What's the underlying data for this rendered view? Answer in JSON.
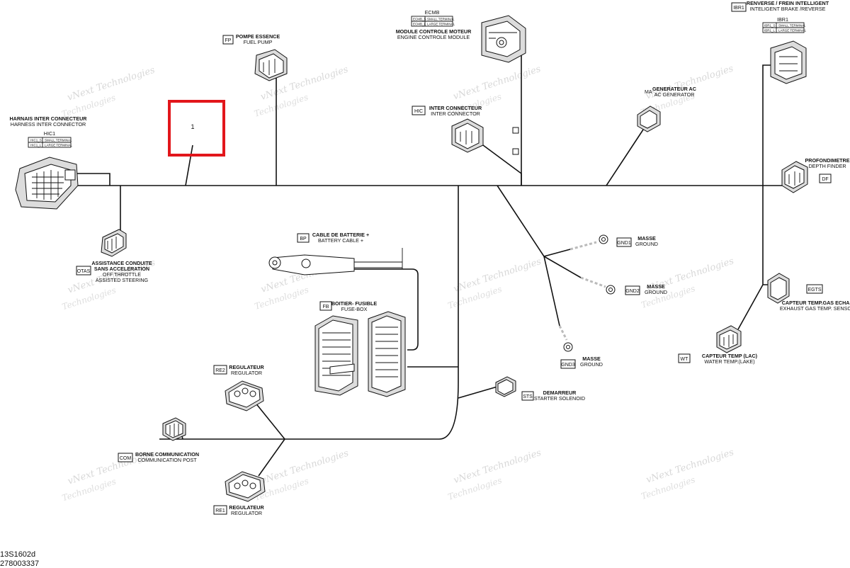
{
  "watermark": {
    "line1": "vNext Technologies",
    "line2": "Technologies"
  },
  "callout": {
    "number": "1"
  },
  "components": {
    "hic1": {
      "fr": "HARNAIS INTER CONNECTEUR",
      "en": "HARNESS INTER CONNECTOR",
      "code": "HIC1",
      "row1_code": "HIC1_S",
      "row1_term": "SMALL TERMINAL",
      "row2_code": "HIC1_L",
      "row2_term": "LARGE TERMINAL"
    },
    "fp": {
      "fr": "POMPE ESSENCE",
      "en": "FUEL PUMP",
      "code": "FP"
    },
    "ecmb": {
      "code": "ECMB",
      "row1_code": "ECMB_S",
      "row1_term": "SMALL TERMINAL",
      "row2_code": "ECMB_L",
      "row2_term": "LARGE TERMINAL",
      "fr": "MODULE CONTROLE MOTEUR",
      "en": "ENGINE CONTROLE MODULE"
    },
    "ibr1": {
      "code": "IBR1",
      "fr": "RENVERSE / FREIN INTELLIGENT",
      "en": "INTELIGENT BRAKE /REVERSE",
      "code2": "IBR1",
      "row1_code": "IBR1_S",
      "row1_term": "SMALL TERMINAL",
      "row2_code": "IBR1_L",
      "row2_term": "LARGE TERMINAL"
    },
    "hic": {
      "code": "HIC",
      "fr": "INTER CONNECTEUR",
      "en": "INTER CONNECTOR"
    },
    "ma": {
      "code": "MA",
      "fr": "GENERATEUR AC",
      "en": "AC GENERATOR"
    },
    "df": {
      "code": "DF",
      "fr": "PROFONDIMETRE",
      "en": "DEPTH FINDER"
    },
    "otas": {
      "code": "OTAS",
      "fr": "ASSISTANCE CONDUITE",
      "fr2": "SANS ACCELERATION",
      "en": "OFF THROTTLE",
      "en2": "ASSISTED STEERING"
    },
    "bp": {
      "code": "BP",
      "fr": "CABLE DE BATTERIE +",
      "en": "BATTERY CABLE +"
    },
    "gnd1": {
      "code": "GND1",
      "fr": "MASSE",
      "en": "GROUND"
    },
    "gnd2": {
      "code": "GND2",
      "fr": "MASSE",
      "en": "GROUND"
    },
    "gnd3": {
      "code": "GND3",
      "fr": "MASSE",
      "en": "GROUND"
    },
    "egts": {
      "code": "EGTS",
      "fr": "CAPTEUR TEMP.GAS ECHAP",
      "en": "EXHAUST GAS TEMP. SENSOR"
    },
    "fb": {
      "code": "FB",
      "fr": "BOITIER- FUSIBLE",
      "en": "FUSE-BOX"
    },
    "wt": {
      "code": "WT",
      "fr": "CAPTEUR TEMP (LAC)",
      "en": "WATER TEMP.(LAKE)"
    },
    "re2": {
      "code": "RE2",
      "fr": "REGULATEUR",
      "en": "REGULATOR"
    },
    "sts": {
      "code": "STS",
      "fr": "DEMARREUR",
      "en": "STARTER SOLENOID"
    },
    "com": {
      "code": "COM",
      "fr": "BORNE COMMUNICATION",
      "en": "COMMUNICATION POST"
    },
    "re1": {
      "code": "RE1",
      "fr": "REGULATEUR",
      "en": "REGULATOR"
    }
  },
  "footer": {
    "line1": "13S1602d",
    "line2": "278003337"
  },
  "colors": {
    "callout": "#e2161b",
    "ink": "#111111",
    "watermark": "#d8d8d8"
  }
}
